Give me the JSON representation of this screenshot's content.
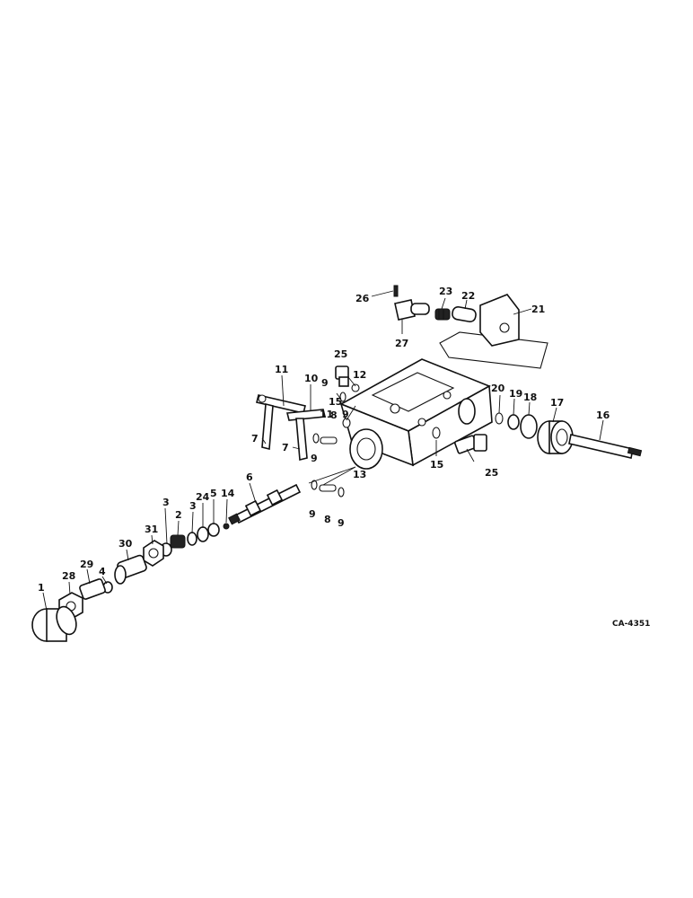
{
  "reference_code": "CA-4351",
  "callouts": [
    {
      "id": "c1",
      "text": "1"
    },
    {
      "id": "c28",
      "text": "28"
    },
    {
      "id": "c29",
      "text": "29"
    },
    {
      "id": "c4a",
      "text": "4"
    },
    {
      "id": "c30",
      "text": "30"
    },
    {
      "id": "c31",
      "text": "31"
    },
    {
      "id": "c3a",
      "text": "3"
    },
    {
      "id": "c2",
      "text": "2"
    },
    {
      "id": "c3b",
      "text": "3"
    },
    {
      "id": "c24",
      "text": "24"
    },
    {
      "id": "c5",
      "text": "5"
    },
    {
      "id": "c14",
      "text": "14"
    },
    {
      "id": "c6",
      "text": "6"
    },
    {
      "id": "c7a",
      "text": "7"
    },
    {
      "id": "c7b",
      "text": "7"
    },
    {
      "id": "c11",
      "text": "11"
    },
    {
      "id": "c10",
      "text": "10"
    },
    {
      "id": "c9a",
      "text": "9"
    },
    {
      "id": "c11b",
      "text": "11"
    },
    {
      "id": "c9b",
      "text": "9"
    },
    {
      "id": "c8a",
      "text": "8"
    },
    {
      "id": "c9c",
      "text": "9"
    },
    {
      "id": "c13",
      "text": "13"
    },
    {
      "id": "c9d",
      "text": "9"
    },
    {
      "id": "c8b",
      "text": "8"
    },
    {
      "id": "c9e",
      "text": "9"
    },
    {
      "id": "c25a",
      "text": "25"
    },
    {
      "id": "c12",
      "text": "12"
    },
    {
      "id": "c15a",
      "text": "15"
    },
    {
      "id": "c15b",
      "text": "15"
    },
    {
      "id": "c25b",
      "text": "25"
    },
    {
      "id": "c20",
      "text": "20"
    },
    {
      "id": "c19",
      "text": "19"
    },
    {
      "id": "c18",
      "text": "18"
    },
    {
      "id": "c17",
      "text": "17"
    },
    {
      "id": "c16",
      "text": "16"
    },
    {
      "id": "c26",
      "text": "26"
    },
    {
      "id": "c27",
      "text": "27"
    },
    {
      "id": "c23",
      "text": "23"
    },
    {
      "id": "c22",
      "text": "22"
    },
    {
      "id": "c21",
      "text": "21"
    }
  ]
}
